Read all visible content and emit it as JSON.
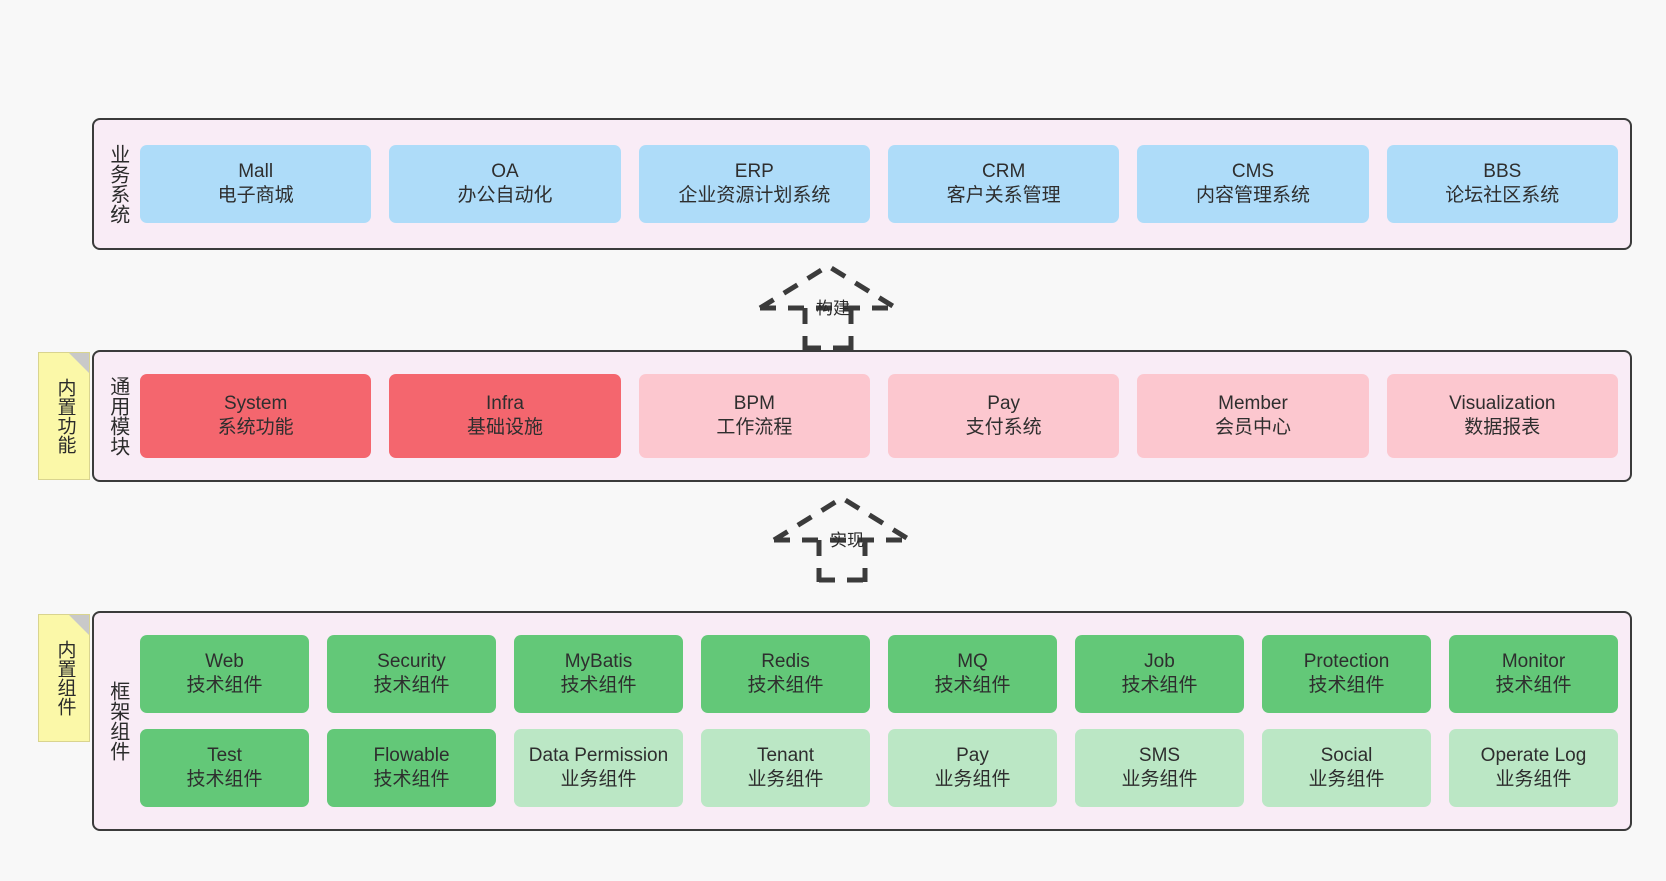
{
  "diagram": {
    "background_color": "#f8f8f8",
    "panel_color": "#f9ecf6",
    "panel_border_color": "#3b3b3b",
    "note_color": "#fbf8a8",
    "colors": {
      "blue": "#aedcf9",
      "red": "#f4666e",
      "pink": "#fcc7cf",
      "green": "#63c878",
      "light_green": "#bbe7c5"
    }
  },
  "notes": [
    {
      "id": "builtin-features",
      "label": "内置功能"
    },
    {
      "id": "builtin-components",
      "label": "内置组件"
    }
  ],
  "connectors": [
    {
      "id": "build",
      "label": "构建",
      "style": "dashed-hollow-arrow-up"
    },
    {
      "id": "implement",
      "label": "实现",
      "style": "dashed-hollow-arrow-up"
    }
  ],
  "layers": [
    {
      "id": "business-systems",
      "title": "业务系统",
      "cards": [
        {
          "name": "Mall",
          "desc": "电子商城",
          "color": "blue"
        },
        {
          "name": "OA",
          "desc": "办公自动化",
          "color": "blue"
        },
        {
          "name": "ERP",
          "desc": "企业资源计划系统",
          "color": "blue"
        },
        {
          "name": "CRM",
          "desc": "客户关系管理",
          "color": "blue"
        },
        {
          "name": "CMS",
          "desc": "内容管理系统",
          "color": "blue"
        },
        {
          "name": "BBS",
          "desc": "论坛社区系统",
          "color": "blue"
        }
      ]
    },
    {
      "id": "common-modules",
      "title": "通用模块",
      "cards": [
        {
          "name": "System",
          "desc": "系统功能",
          "color": "red"
        },
        {
          "name": "Infra",
          "desc": "基础设施",
          "color": "red"
        },
        {
          "name": "BPM",
          "desc": "工作流程",
          "color": "pink"
        },
        {
          "name": "Pay",
          "desc": "支付系统",
          "color": "pink"
        },
        {
          "name": "Member",
          "desc": "会员中心",
          "color": "pink"
        },
        {
          "name": "Visualization",
          "desc": "数据报表",
          "color": "pink"
        }
      ]
    },
    {
      "id": "framework-components",
      "title": "框架组件",
      "rows": [
        [
          {
            "name": "Web",
            "desc": "技术组件",
            "color": "green"
          },
          {
            "name": "Security",
            "desc": "技术组件",
            "color": "green"
          },
          {
            "name": "MyBatis",
            "desc": "技术组件",
            "color": "green"
          },
          {
            "name": "Redis",
            "desc": "技术组件",
            "color": "green"
          },
          {
            "name": "MQ",
            "desc": "技术组件",
            "color": "green"
          },
          {
            "name": "Job",
            "desc": "技术组件",
            "color": "green"
          },
          {
            "name": "Protection",
            "desc": "技术组件",
            "color": "green"
          },
          {
            "name": "Monitor",
            "desc": "技术组件",
            "color": "green"
          }
        ],
        [
          {
            "name": "Test",
            "desc": "技术组件",
            "color": "green"
          },
          {
            "name": "Flowable",
            "desc": "技术组件",
            "color": "green"
          },
          {
            "name": "Data Permission",
            "desc": "业务组件",
            "color": "light_green"
          },
          {
            "name": "Tenant",
            "desc": "业务组件",
            "color": "light_green"
          },
          {
            "name": "Pay",
            "desc": "业务组件",
            "color": "light_green"
          },
          {
            "name": "SMS",
            "desc": "业务组件",
            "color": "light_green"
          },
          {
            "name": "Social",
            "desc": "业务组件",
            "color": "light_green"
          },
          {
            "name": "Operate Log",
            "desc": "业务组件",
            "color": "light_green"
          }
        ]
      ]
    }
  ]
}
